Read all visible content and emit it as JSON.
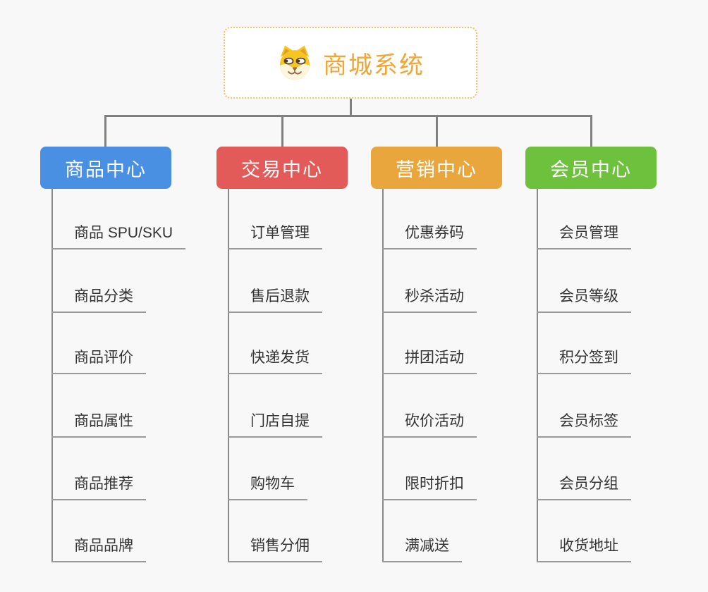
{
  "page": {
    "background_color": "#f8f8f8",
    "connector_color": "#808080",
    "underline_color": "#9a9a9a",
    "item_text_color": "#333333"
  },
  "root": {
    "title": "商城系统",
    "icon": "dog-face-icon",
    "text_color": "#f0a537",
    "border_color": "#f3c06a"
  },
  "branches": [
    {
      "label": "商品中心",
      "color": "#4a90e2",
      "items": [
        "商品 SPU/SKU",
        "商品分类",
        "商品评价",
        "商品属性",
        "商品推荐",
        "商品品牌"
      ]
    },
    {
      "label": "交易中心",
      "color": "#e35b58",
      "items": [
        "订单管理",
        "售后退款",
        "快递发货",
        "门店自提",
        "购物车",
        "销售分佣"
      ]
    },
    {
      "label": "营销中心",
      "color": "#e9a63c",
      "items": [
        "优惠券码",
        "秒杀活动",
        "拼团活动",
        "砍价活动",
        "限时折扣",
        "满减送"
      ]
    },
    {
      "label": "会员中心",
      "color": "#6ec13c",
      "items": [
        "会员管理",
        "会员等级",
        "积分签到",
        "会员标签",
        "会员分组",
        "收货地址"
      ]
    }
  ]
}
